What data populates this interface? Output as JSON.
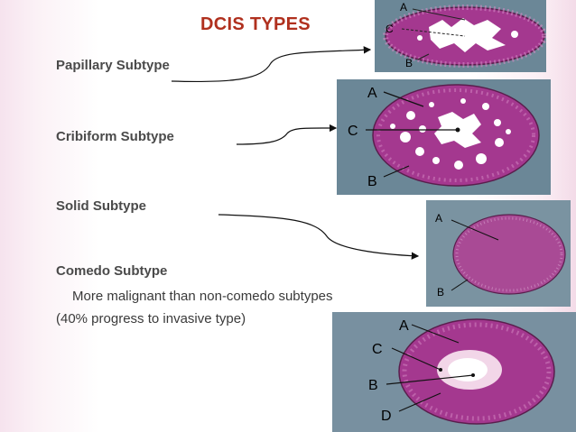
{
  "slide": {
    "title": "DCIS TYPES",
    "subtypes": [
      {
        "label": "Papillary Subtype"
      },
      {
        "label": "Cribiform Subtype"
      },
      {
        "label": "Solid  Subtype"
      },
      {
        "label": "Comedo Subtype"
      }
    ],
    "comedo_notes": [
      "More malignant than non-comedo subtypes",
      "(40% progress to invasive type)"
    ]
  },
  "figures": {
    "papillary": {
      "labels": [
        "A",
        "C",
        "B"
      ]
    },
    "cribiform": {
      "labels": [
        "A",
        "C",
        "B"
      ]
    },
    "solid": {
      "labels": [
        "A",
        "B"
      ]
    },
    "comedo": {
      "labels": [
        "A",
        "C",
        "B",
        "D"
      ]
    }
  },
  "colors": {
    "title": "#b0301e",
    "panel_bg": "#6b8797",
    "tissue": "#a4388f",
    "lumen": "#ffffff"
  }
}
